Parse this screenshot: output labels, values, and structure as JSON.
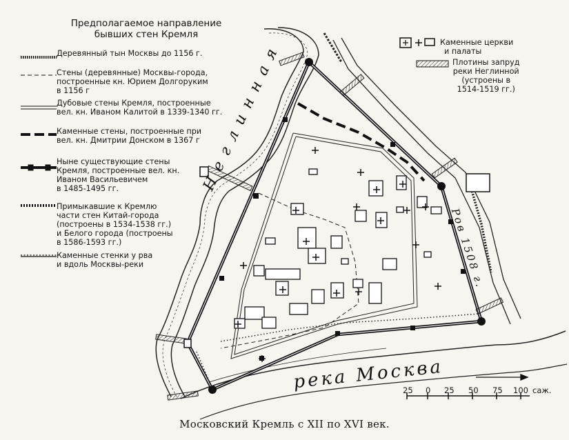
{
  "legend": {
    "title_line1": "Предполагаемое направление",
    "title_line2": "бывших стен Кремля",
    "items": [
      {
        "lines": [
          "Деревянный тын Москвы до 1156 г."
        ],
        "style": "dotted-thick"
      },
      {
        "lines": [
          "Стены (деревянные) Москвы-города,",
          "построенные кн. Юрием Долгоруким",
          "в 1156 г"
        ],
        "style": "dashed-thin"
      },
      {
        "lines": [
          "Дубовые стены Кремля, построенные",
          "вел. кн. Иваном Калитой в 1339-1340 гг."
        ],
        "style": "double"
      },
      {
        "lines": [
          "Каменные стены, построенные при",
          "вел. кн. Дмитрии Донском в 1367 г"
        ],
        "style": "dashed-thick"
      },
      {
        "lines": [
          "Ныне существующие стены",
          "Кремля, построенные вел. кн.",
          "Иваном Васильевичем",
          "в 1485-1495 гг."
        ],
        "style": "tower-wall"
      },
      {
        "lines": [
          "Примыкавшие к Кремлю",
          "части стен Китай-города",
          "(построены в 1534-1538 гг.)",
          "и Белого города (построены",
          "в 1586-1593 гг.)"
        ],
        "style": "dotted-double"
      },
      {
        "lines": [
          "Каменные стенки у рва",
          "и вдоль Москвы-реки"
        ],
        "style": "dot-line"
      }
    ],
    "churches": {
      "line1": "Каменные церкви",
      "line2": "и палаты"
    },
    "dams": {
      "line1": "Плотины запруд",
      "line2": "реки Неглинной",
      "line3": "(устроены в",
      "line4": "1514-1519 гг.)"
    }
  },
  "map_labels": {
    "neglinnaya": "Неглинная",
    "moskva": "река Москва",
    "ditch": "Ров 1508 г."
  },
  "scale": {
    "ticks": [
      "25",
      "0",
      "25",
      "50",
      "75",
      "100"
    ],
    "unit": "саж."
  },
  "caption": "Московский Кремль с XII по XVI век."
}
